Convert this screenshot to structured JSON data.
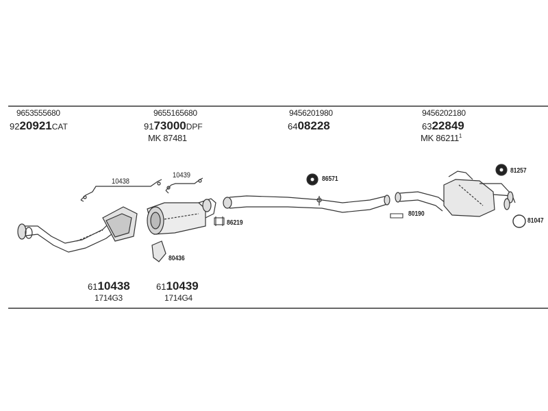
{
  "top_labels": [
    {
      "oe": "9653555680",
      "prefix": "92",
      "bold": "20921",
      "suffix": "CAT",
      "extra": ""
    },
    {
      "oe": "9655165680",
      "prefix": "91",
      "bold": "73000",
      "suffix": "DPF",
      "extra": "MK 87481"
    },
    {
      "oe": "9456201980",
      "prefix": "64",
      "bold": "08228",
      "suffix": "",
      "extra": ""
    },
    {
      "oe": "9456202180",
      "prefix": "63",
      "bold": "22849",
      "suffix": "",
      "extra": "MK 86211",
      "extra_sup": "1"
    }
  ],
  "bottom_labels": [
    {
      "prefix": "61",
      "bold": "10438",
      "sub": "1714G3"
    },
    {
      "prefix": "61",
      "bold": "10439",
      "sub": "1714G4"
    }
  ],
  "callouts": {
    "c10438": "10438",
    "c10439": "10439",
    "c86571": "86571",
    "c81257": "81257",
    "c86219": "86219",
    "c80190": "80190",
    "c81047": "81047",
    "c80436": "80436"
  }
}
